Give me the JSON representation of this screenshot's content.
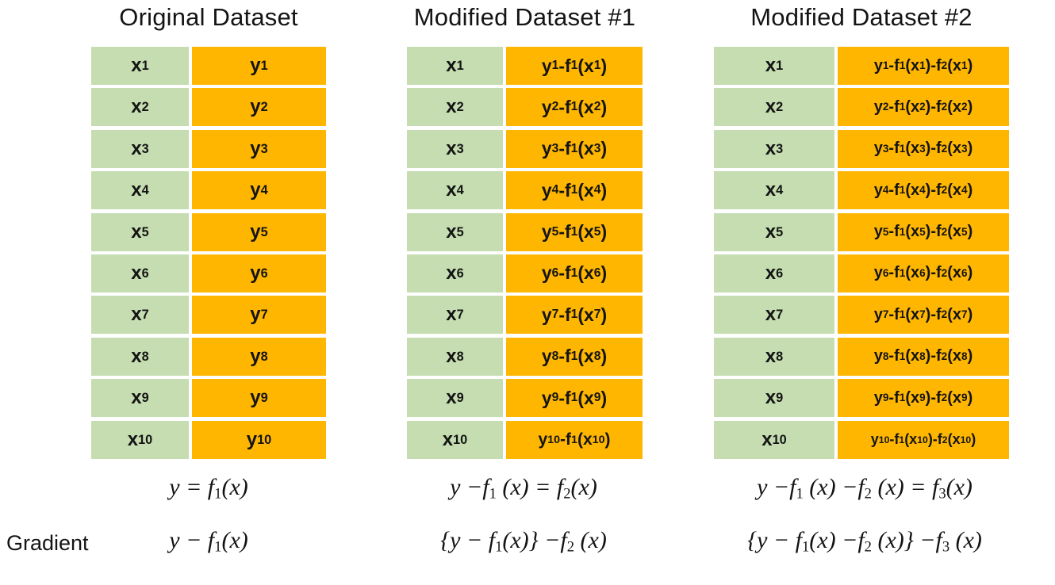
{
  "titles": [
    "Original Dataset",
    "Modified Dataset #1",
    "Modified Dataset #2"
  ],
  "colors": {
    "x_column": "#c5ddb0",
    "y_column": "#ffb600",
    "background": "#ffffff",
    "text": "#141414"
  },
  "gradient_label": "Gradient",
  "tables": [
    {
      "name": "original-dataset",
      "columns": [
        "x",
        "y"
      ],
      "rows": [
        {
          "x": "x",
          "x_sub": "1",
          "y": "y",
          "y_text": "y₁"
        },
        {
          "x": "x",
          "x_sub": "2",
          "y": "y",
          "y_text": "y₂"
        },
        {
          "x": "x",
          "x_sub": "3",
          "y": "y",
          "y_text": "y₃"
        },
        {
          "x": "x",
          "x_sub": "4",
          "y": "y",
          "y_text": "y₄"
        },
        {
          "x": "x",
          "x_sub": "5",
          "y": "y",
          "y_text": "y₅"
        },
        {
          "x": "x",
          "x_sub": "6",
          "y": "y",
          "y_text": "y₆"
        },
        {
          "x": "x",
          "x_sub": "7",
          "y": "y",
          "y_text": "y₇"
        },
        {
          "x": "x",
          "x_sub": "8",
          "y": "y",
          "y_text": "y₈"
        },
        {
          "x": "x",
          "x_sub": "9",
          "y": "y",
          "y_text": "y₉"
        },
        {
          "x": "x",
          "x_sub": "10",
          "y": "y",
          "y_text": "y₁₀"
        }
      ],
      "x_cells": [
        "x1",
        "x2",
        "x3",
        "x4",
        "x5",
        "x6",
        "x7",
        "x8",
        "x9",
        "x10"
      ],
      "y_cells": [
        "y1",
        "y2",
        "y3",
        "y4",
        "y5",
        "y6",
        "y7",
        "y8",
        "y9",
        "y10"
      ],
      "equation": "y = f1(x)",
      "gradient": "y − f1(x)"
    },
    {
      "name": "modified-dataset-1",
      "columns": [
        "x",
        "y-f1(x)"
      ],
      "x_cells": [
        "x1",
        "x2",
        "x3",
        "x4",
        "x5",
        "x6",
        "x7",
        "x8",
        "x9",
        "x10"
      ],
      "y_cells": [
        "y1-f1(x1)",
        "y2-f1(x2)",
        "y3-f1(x3)",
        "y4-f1(x4)",
        "y5-f1(x5)",
        "y6-f1(x6)",
        "y7-f1(x7)",
        "y8-f1(x8)",
        "y9-f1(x9)",
        "y10-f1(x10)"
      ],
      "equation": "y −f1 (x) = f2(x)",
      "gradient": "{y − f1(x)} −f2 (x)"
    },
    {
      "name": "modified-dataset-2",
      "columns": [
        "x",
        "y-f1(x)-f2(x)"
      ],
      "x_cells": [
        "x1",
        "x2",
        "x3",
        "x4",
        "x5",
        "x6",
        "x7",
        "x8",
        "x9",
        "x10"
      ],
      "y_cells": [
        "y1-f1(x1)-f2(x1)",
        "y2-f1(x2)-f2(x2)",
        "y3-f1(x3)-f2(x3)",
        "y4-f1(x4)-f2(x4)",
        "y5-f1(x5)-f2(x5)",
        "y6-f1(x6)-f2(x6)",
        "y7-f1(x7)-f2(x7)",
        "y8-f1(x8)-f2(x8)",
        "y9-f1(x9)-f2(x9)",
        "y10-f1(x10)-f2(x10)"
      ],
      "equation": "y −f1 (x) −f2 (x) = f3(x)",
      "gradient": "{y − f1(x) −f2 (x)} −f3 (x)"
    }
  ],
  "row_indices": [
    "1",
    "2",
    "3",
    "4",
    "5",
    "6",
    "7",
    "8",
    "9",
    "10"
  ]
}
